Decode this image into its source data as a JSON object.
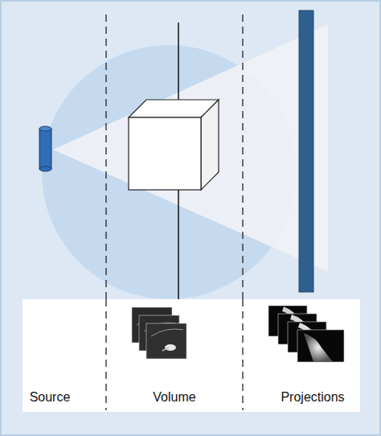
{
  "diagram": {
    "labels": [
      "Source",
      "Volume",
      "Projections"
    ]
  }
}
